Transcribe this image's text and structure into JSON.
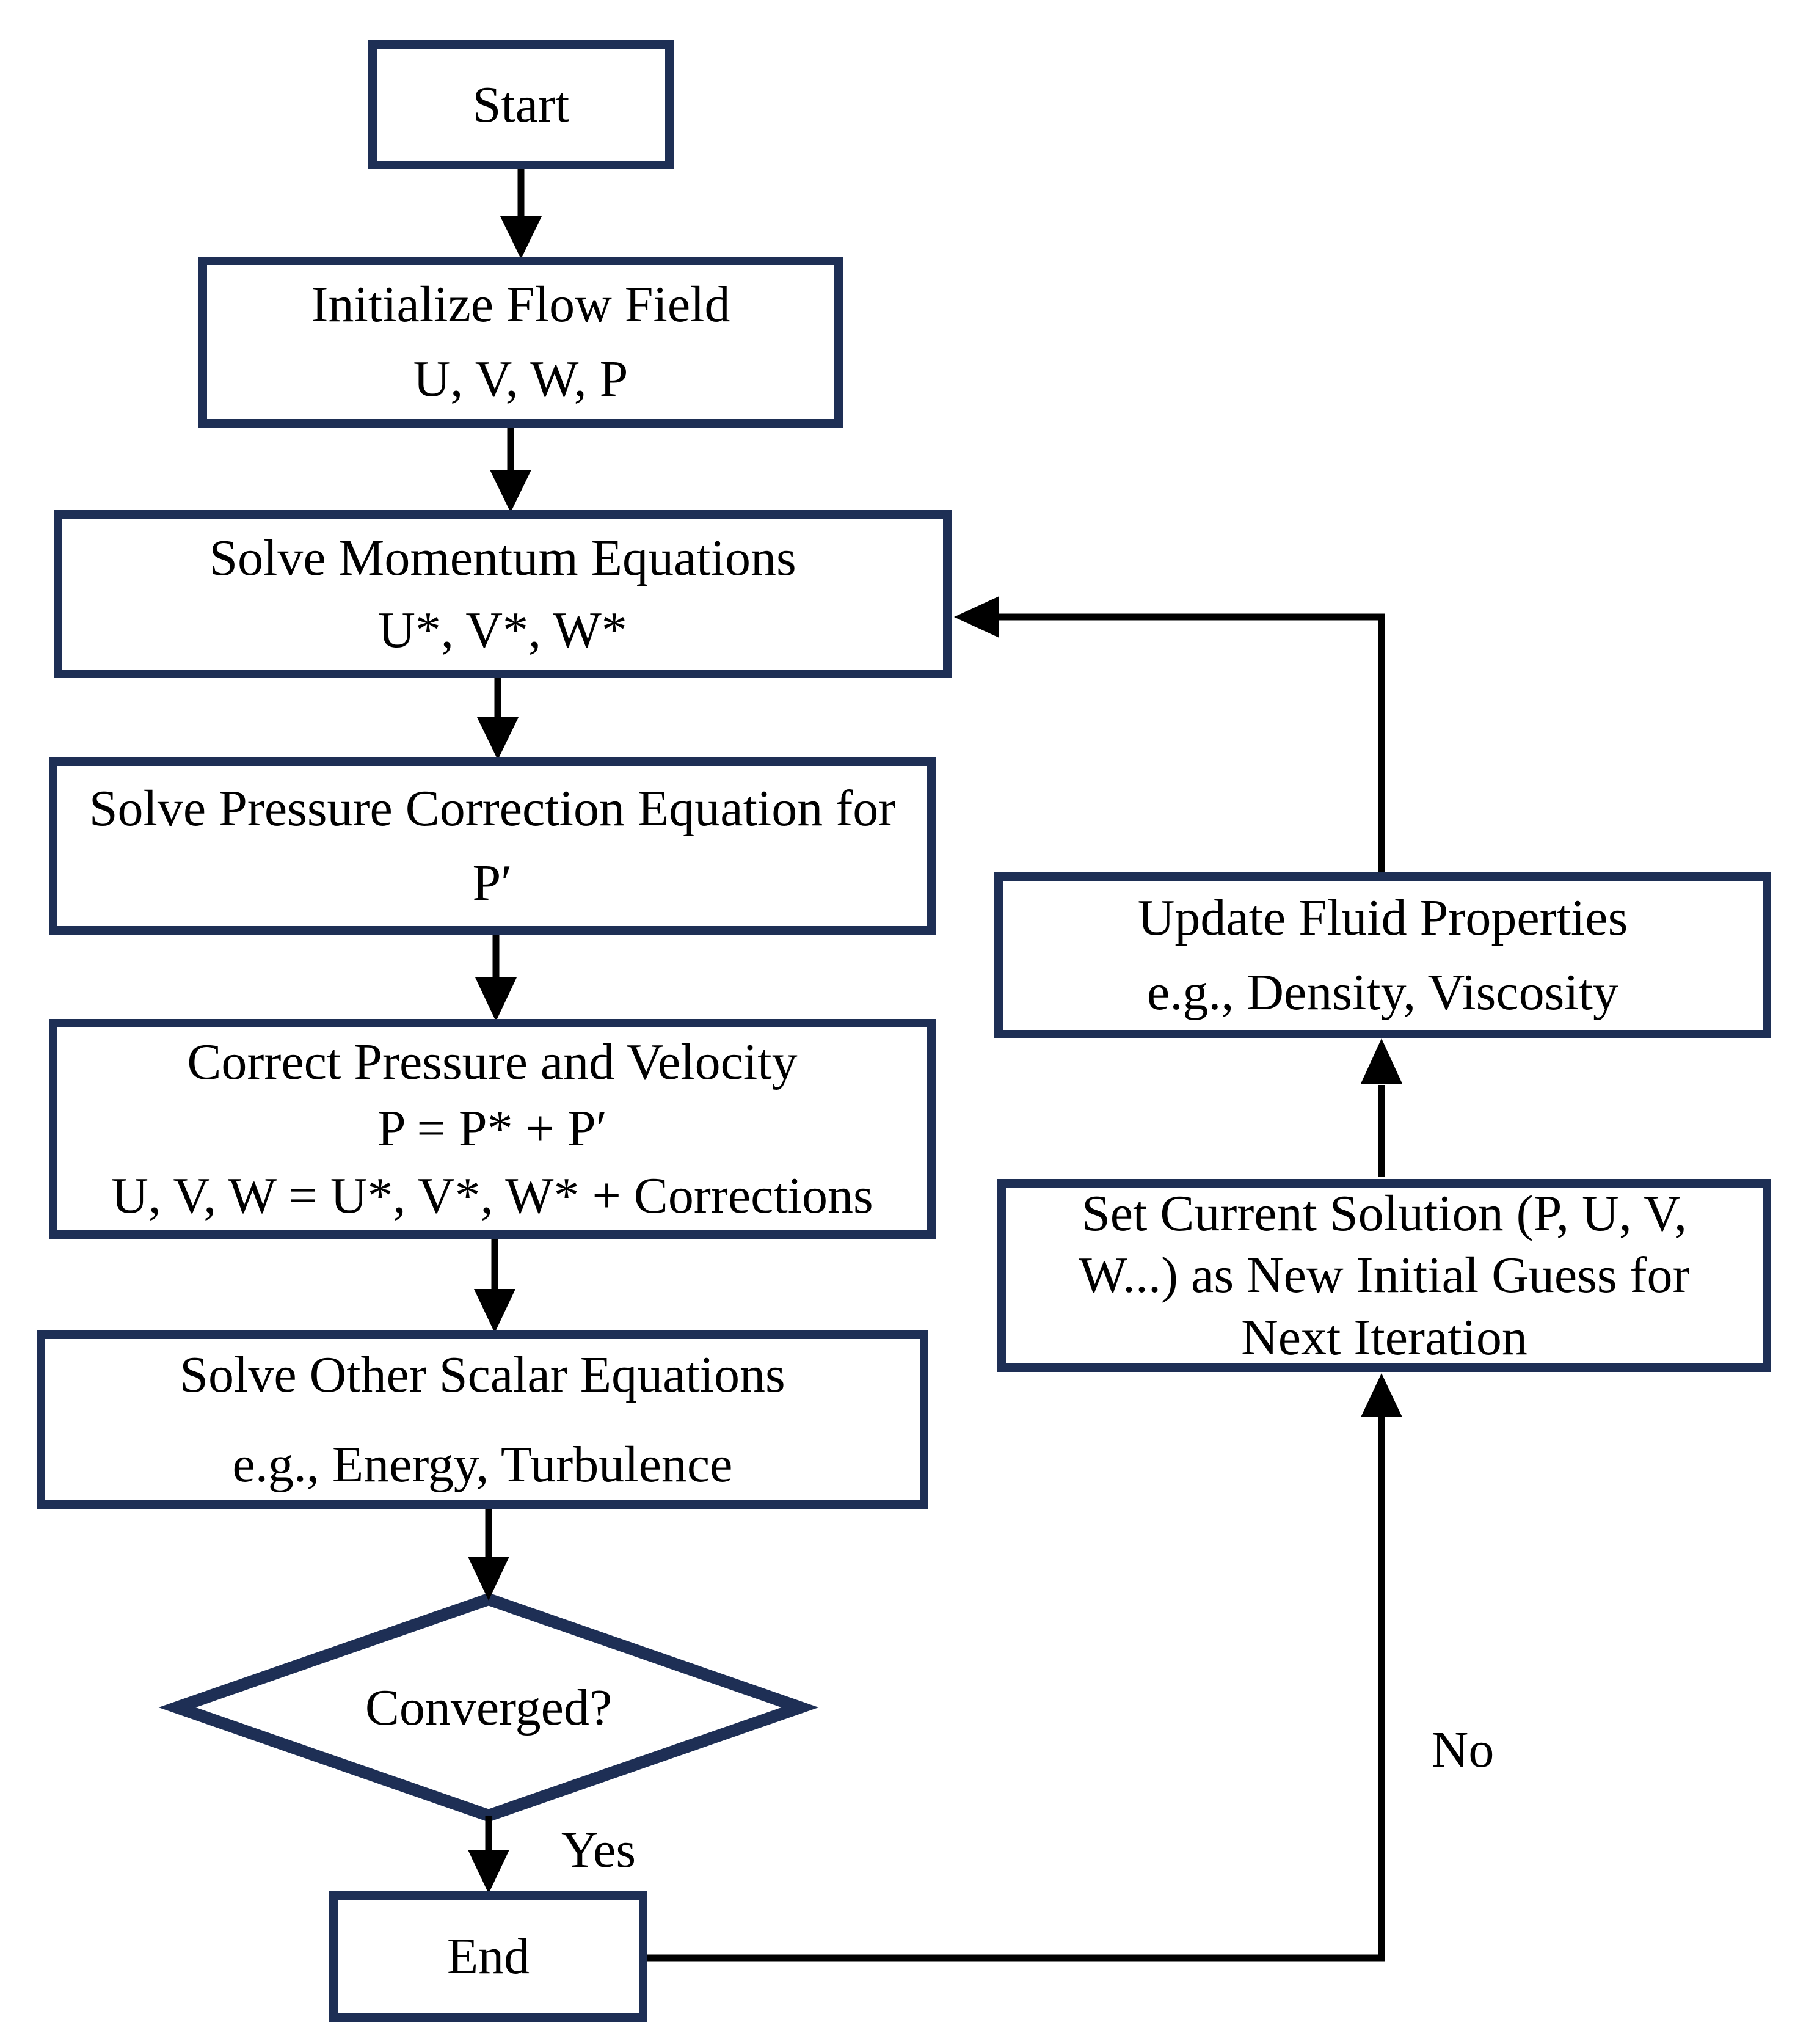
{
  "diagram": {
    "type": "flowchart",
    "description": "SIMPLE-type CFD solution algorithm flowchart",
    "colors": {
      "node_border": "#1e2f55",
      "connector": "#000000",
      "text": "#000000",
      "background": "#ffffff"
    },
    "nodes": {
      "start": {
        "shape": "rect",
        "lines": [
          "Start"
        ]
      },
      "initialize": {
        "shape": "rect",
        "lines": [
          "Initialize Flow Field",
          "U, V, W, P"
        ]
      },
      "momentum": {
        "shape": "rect",
        "lines": [
          "Solve Momentum Equations",
          "U*, V*, W*"
        ]
      },
      "pressure_correction": {
        "shape": "rect",
        "lines": [
          "Solve Pressure Correction Equation for",
          "P′"
        ]
      },
      "correct_pv": {
        "shape": "rect",
        "lines": [
          "Correct Pressure and Velocity",
          "P = P* + P′",
          "U, V, W = U*, V*, W* + Corrections"
        ]
      },
      "scalar": {
        "shape": "rect",
        "lines": [
          "Solve Other Scalar Equations",
          "e.g., Energy, Turbulence"
        ]
      },
      "converged": {
        "shape": "diamond",
        "lines": [
          "Converged?"
        ]
      },
      "end": {
        "shape": "rect",
        "lines": [
          "End"
        ]
      },
      "update_properties": {
        "shape": "rect",
        "lines": [
          "Update Fluid Properties",
          "e.g., Density, Viscosity"
        ]
      },
      "set_solution": {
        "shape": "rect",
        "lines": [
          "Set Current Solution (P, U, V,",
          "W...) as New Initial Guess for",
          "Next Iteration"
        ]
      }
    },
    "edge_labels": {
      "yes": "Yes",
      "no": "No"
    },
    "edges": [
      {
        "from": "start",
        "to": "initialize"
      },
      {
        "from": "initialize",
        "to": "momentum"
      },
      {
        "from": "momentum",
        "to": "pressure_correction"
      },
      {
        "from": "pressure_correction",
        "to": "correct_pv"
      },
      {
        "from": "correct_pv",
        "to": "scalar"
      },
      {
        "from": "scalar",
        "to": "converged"
      },
      {
        "from": "converged",
        "to": "end",
        "label": "Yes"
      },
      {
        "from": "end",
        "to": "set_solution",
        "label": "No"
      },
      {
        "from": "set_solution",
        "to": "update_properties"
      },
      {
        "from": "update_properties",
        "to": "momentum"
      }
    ]
  }
}
